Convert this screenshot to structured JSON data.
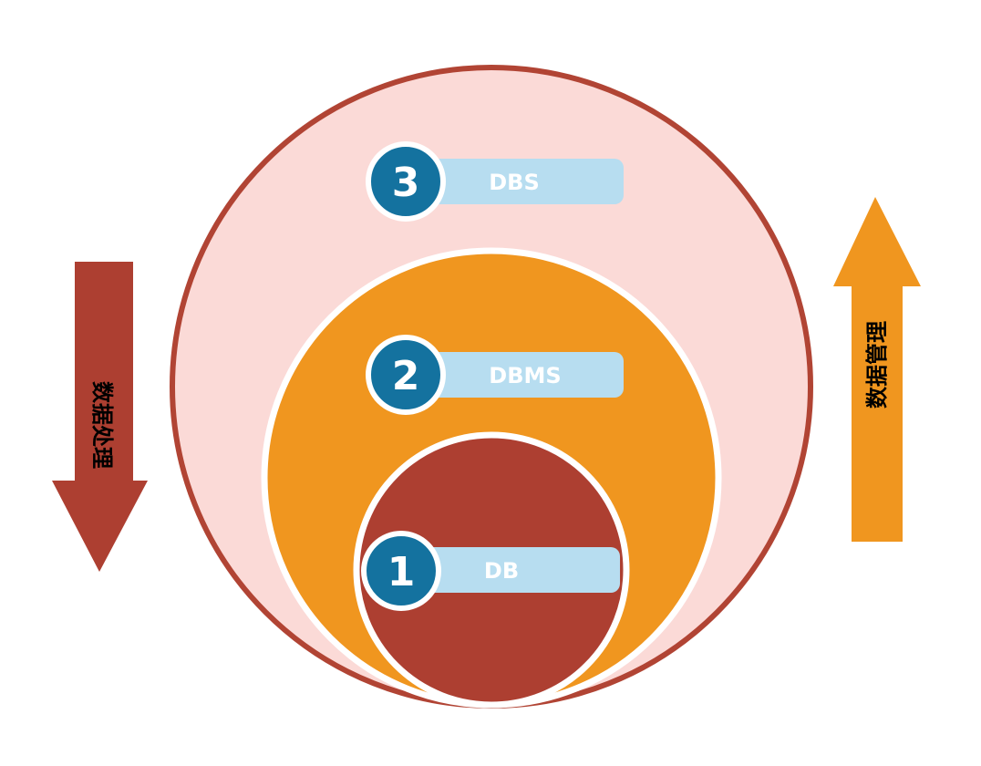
{
  "layers": [
    {
      "number": "3",
      "label": "DBS"
    },
    {
      "number": "2",
      "label": "DBMS"
    },
    {
      "number": "1",
      "label": "DB"
    }
  ],
  "arrows": {
    "left": {
      "label": "数据处理",
      "direction": "down"
    },
    "right": {
      "label": "数据管理",
      "direction": "up"
    }
  },
  "colors": {
    "outer_fill": "#fbdad7",
    "outer_stroke": "#b14434",
    "middle_fill": "#f0961f",
    "inner_fill": "#ad3f31",
    "badge_fill": "#14729f",
    "pill_fill": "#b7ddf0",
    "left_arrow": "#ad3f31",
    "right_arrow": "#f0961f"
  }
}
